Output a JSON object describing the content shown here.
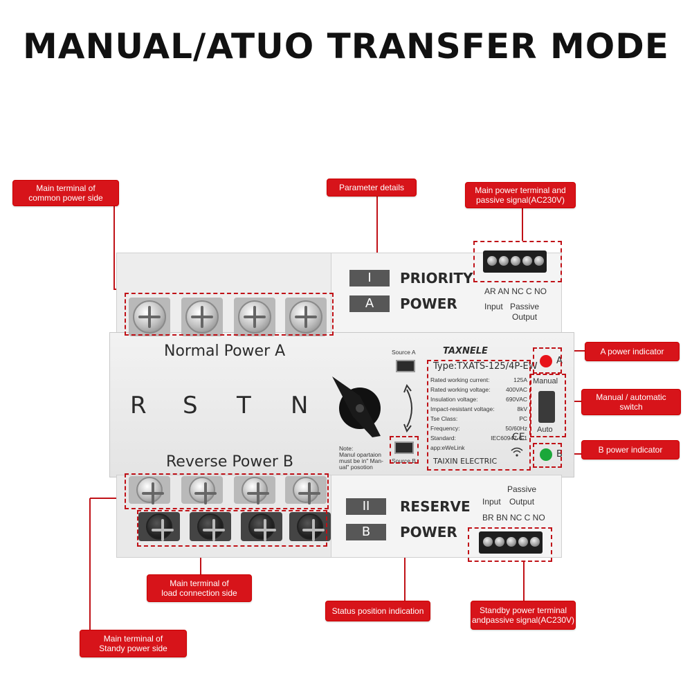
{
  "title": "MANUAL/ATUO TRANSFER MODE",
  "callouts": {
    "common_side": "Main terminal of\ncommon power side",
    "parameter": "Parameter details",
    "main_power_terminal": "Main power terminal and\npassive signal(AC230V)",
    "a_indicator": "A power indicator",
    "manual_auto": "Manual / automatic\nswitch",
    "b_indicator": "B power indicator",
    "load_side": "Main terminal of\nload connection side",
    "status": "Status position indication",
    "standby_terminal": "Standby power terminal\nandpassive signal(AC230V)",
    "standby_side": "Main terminal of\nStandy power side"
  },
  "device": {
    "priority_box": "I",
    "priority_label": "PRIORITY",
    "power_a_box": "A",
    "power_a_label": "POWER",
    "reserve_box": "II",
    "reserve_label": "RESERVE",
    "power_b_box": "B",
    "power_b_label": "POWER",
    "normal_power": "Normal Power A",
    "reverse_power": "Reverse Power B",
    "phases": [
      "R",
      "S",
      "T",
      "N"
    ],
    "top_terminal_labels": "AR AN NC C NO",
    "top_input": "Input",
    "top_passive": "Passive",
    "top_output": "Output",
    "bot_passive": "Passive",
    "bot_input": "Input",
    "bot_output": "Output",
    "bot_terminal_labels": "BR BN NC C NO",
    "source_a": "Source A",
    "source_b": "Source B",
    "note": "Note:\nManul opartaion\nmust be in\" Man-\nual\"  posotion",
    "brand": "TAXNELE",
    "type": "Type:TXATS-125/4P-EW",
    "params": [
      {
        "k": "Rated working current:",
        "v": "125A"
      },
      {
        "k": "Rated working voltage:",
        "v": "400VAC"
      },
      {
        "k": "Insulation voltage:",
        "v": "690VAC"
      },
      {
        "k": "Impact-resistant voltage:",
        "v": "8kV"
      },
      {
        "k": "Tse Class:",
        "v": "PC"
      },
      {
        "k": "Frequency:",
        "v": "50/60Hz"
      },
      {
        "k": "Standard:",
        "v": "IEC60947-6-1"
      },
      {
        "k": "app:eWeLink",
        "v": ""
      }
    ],
    "maker": "TAIXIN ELECTRIC",
    "ce": "CE",
    "ind_a": "A",
    "ind_b": "B",
    "manual": "Manual",
    "auto": "Auto",
    "color_a": "#e8141a",
    "color_b": "#1aa83a"
  }
}
